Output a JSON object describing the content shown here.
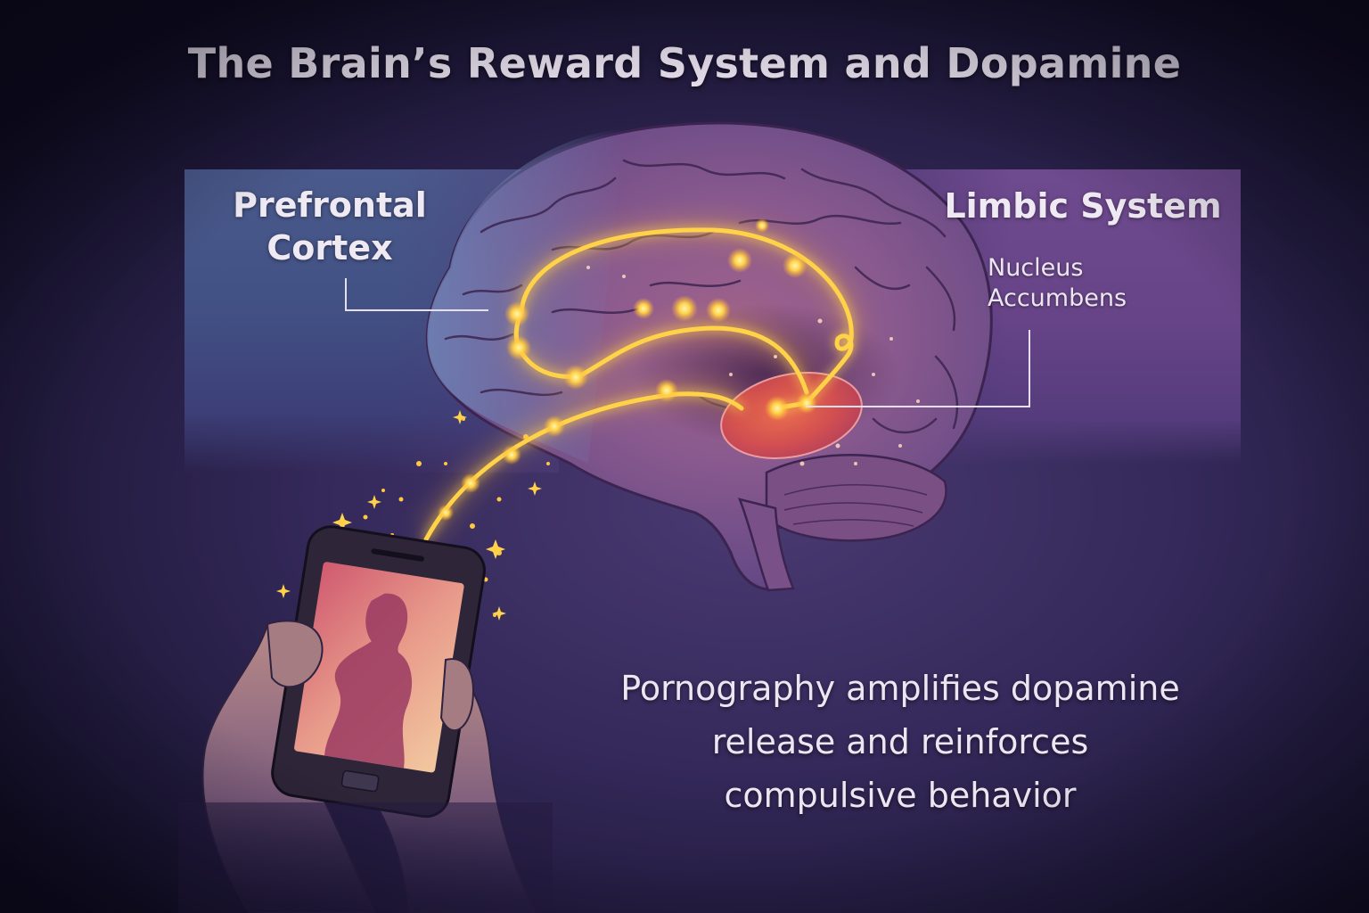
{
  "title": "The Brain’s Reward System and Dopamine",
  "labels": {
    "prefrontal_cortex": [
      "Prefrontal",
      "Cortex"
    ],
    "limbic_system": "Limbic System",
    "nucleus_accumbens": [
      "Nucleus",
      "Accumbens"
    ]
  },
  "caption": {
    "lines": [
      "Pornography amplifies dopamine",
      "release and reinforces",
      "compulsive behavior"
    ]
  },
  "illustration": {
    "subject": "brain-sagittal-view",
    "pathway": "dopamine-reward-pathway",
    "source_device": "smartphone-held-in-hands",
    "phone_screen_content": "abstract-silhouette"
  },
  "colors": {
    "background_dark": "#171331",
    "background_mid": "#34295a",
    "panel_left_blue": "#4a5a8c",
    "panel_right_purple": "#6e4a8e",
    "brain_tissue": "#8a5a8e",
    "pathway_glow": "#ffd24a",
    "nucleus_accumbens": "#d8504e",
    "text": "#ece6f2"
  }
}
